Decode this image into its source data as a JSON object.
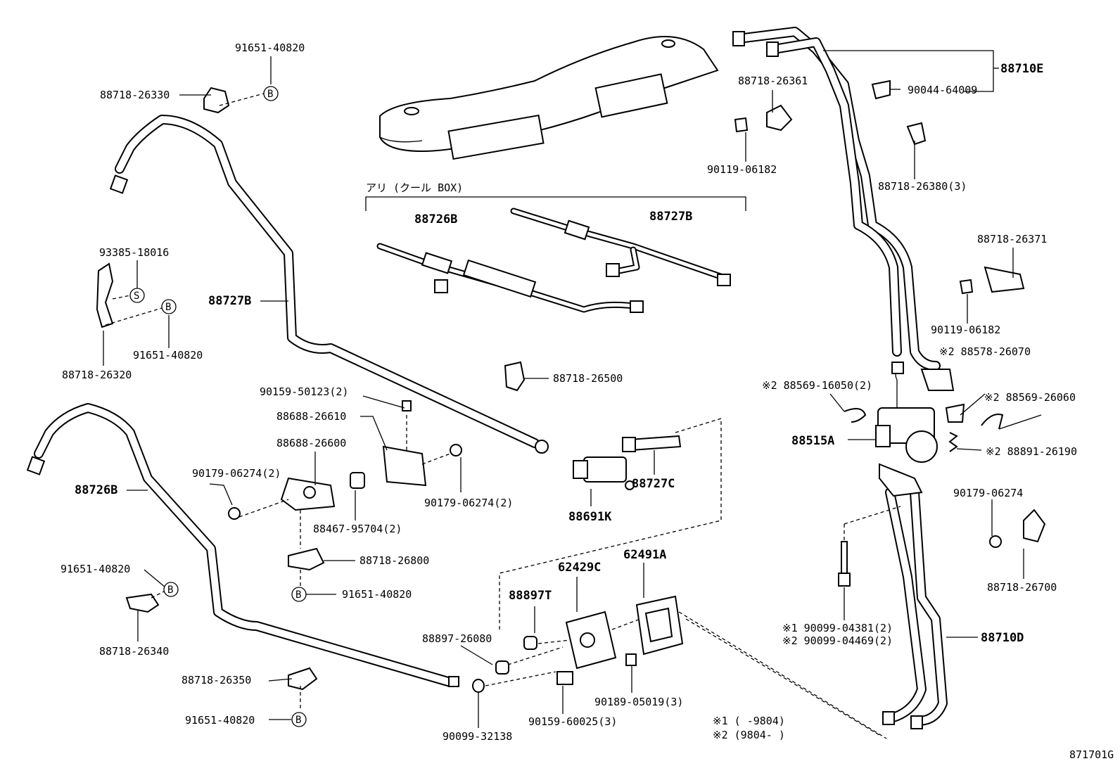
{
  "labels": {
    "p91651_top": "91651-40820",
    "p88718_26330": "88718-26330",
    "p93385": "93385-18016",
    "p91651_mid": "91651-40820",
    "p88718_26320": "88718-26320",
    "p88727B_left": "88727B",
    "p88726B_left": "88726B",
    "p91651_lower": "91651-40820",
    "p88718_26340": "88718-26340",
    "p88718_26350": "88718-26350",
    "p91651_bottom": "91651-40820",
    "p90179_left": "90179-06274(2)",
    "p90159_50123": "90159-50123(2)",
    "p88688_26610": "88688-26610",
    "p88688_26600": "88688-26600",
    "p88467": "88467-95704(2)",
    "p90179_mid": "90179-06274(2)",
    "p88718_26800": "88718-26800",
    "p91651_center": "91651-40820",
    "p88718_26500": "88718-26500",
    "p88691K": "88691K",
    "p88727C": "88727C",
    "cool_box": "アリ (クール BOX)",
    "p88726B_box": "88726B",
    "p88727B_box": "88727B",
    "p62429C": "62429C",
    "p62491A": "62491A",
    "p88897T": "88897T",
    "p88897_26080": "88897-26080",
    "p90159_60025": "90159-60025(3)",
    "p90189": "90189-05019(3)",
    "p90099_32138": "90099-32138",
    "p88718_26361": "88718-26361",
    "p90119_top": "90119-06182",
    "p90044": "90044-64009",
    "p88710E": "88710E",
    "p88718_26380": "88718-26380(3)",
    "p88718_26371": "88718-26371",
    "p90119_right": "90119-06182",
    "p88578": "※2 88578-26070",
    "p88569_16050": "※2 88569-16050(2)",
    "p88569_26060": "※2 88569-26060",
    "p88515A": "88515A",
    "p88891": "※2 88891-26190",
    "p90179_right": "90179-06274",
    "p88718_26700": "88718-26700",
    "p90099_04381": "※1  90099-04381(2)",
    "p90099_04469": "※2  90099-04469(2)",
    "p88710D": "88710D",
    "note1": "※1 (     -9804)",
    "note2": "※2 (9804-     )",
    "diagram_code": "871701G"
  },
  "symbols": {
    "bolt_b": "B",
    "screw_s": "S"
  }
}
